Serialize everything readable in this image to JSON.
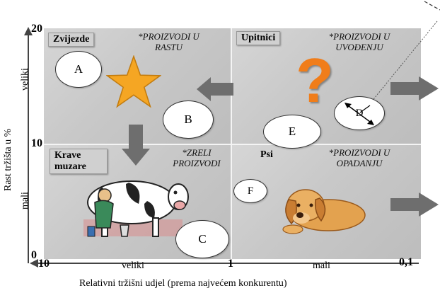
{
  "quadrants": {
    "top_left": {
      "title": "Zvijezde",
      "note": "*PROIZVODI U RASTU"
    },
    "top_right": {
      "title": "Upitnici",
      "note": "*PROIZVODI U UVOĐENJU"
    },
    "bottom_left": {
      "title": "Krave muzare",
      "note": "*ZRELI PROIZVODI"
    },
    "bottom_right": {
      "title": "Psi",
      "note": "*PROIZVODI U OPADANJU"
    }
  },
  "bubbles": [
    "A",
    "B",
    "C",
    "D",
    "E",
    "F"
  ],
  "y_axis": {
    "label": "Rast tržišta u %",
    "ticks": [
      "20",
      "10",
      "0"
    ],
    "high": "veliki",
    "low": "mali"
  },
  "x_axis": {
    "label": "Relativni tržišni udjel (prema najvećem konkurentu)",
    "ticks": [
      "10",
      "1",
      "0,1"
    ],
    "high": "veliki",
    "low": "mali"
  },
  "icons": [
    "star-icon",
    "question-mark-icon",
    "cow-icon",
    "dog-icon"
  ],
  "colors": {
    "quadrant": "#c8c8c8",
    "arrow": "#6e6e6e",
    "star": "#f5a623",
    "question": "#f07d1a"
  }
}
